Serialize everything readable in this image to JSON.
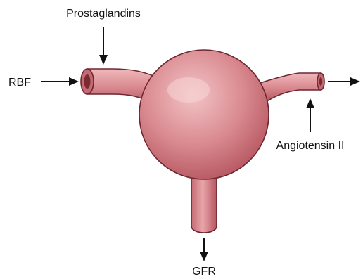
{
  "labels": {
    "prostaglandins": "Prostaglandins",
    "rbf": "RBF",
    "angiotensin": "Angiotensin II",
    "gfr": "GFR"
  },
  "colors": {
    "vessel_fill": "#d98a90",
    "vessel_highlight": "#f3c4c6",
    "vessel_shadow": "#b5545e",
    "vessel_outline": "#6e2730",
    "arrow": "#111111"
  }
}
